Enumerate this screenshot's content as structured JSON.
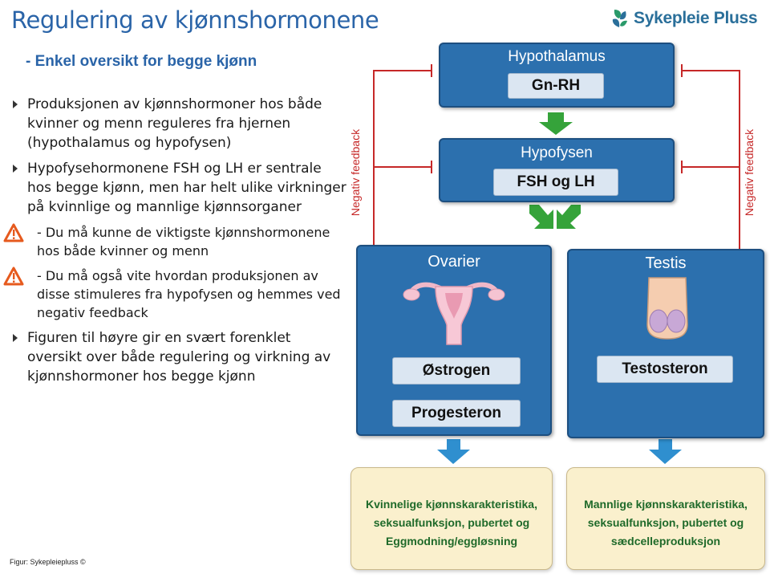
{
  "title": "Regulering av kjønnshormonene",
  "subtitle": "- Enkel oversikt for begge kjønn",
  "logo": {
    "text": "Sykepleie Pluss"
  },
  "bullets": [
    "Produksjonen av kjønnshormoner hos både kvinner og menn reguleres fra hjernen (hypothalamus og hypofysen)",
    "Hypofysehormonene FSH og LH er sentrale hos begge kjønn, men har helt ulike virkninger på kvinnlige og mannlige kjønnsorganer"
  ],
  "warnings": [
    "- Du må kunne de viktigste kjønnshormonene hos både kvinner og menn",
    "- Du må også vite hvordan produksjonen av disse stimuleres fra hypofysen og hemmes ved negativ feedback"
  ],
  "bullet_last": "Figuren til høyre gir en svært forenklet oversikt over både regulering og virkning av kjønnshormoner hos begge kjønn",
  "diagram": {
    "hypothalamus": {
      "label": "Hypothalamus",
      "hormone": "Gn-RH"
    },
    "hypofysen": {
      "label": "Hypofysen",
      "hormone": "FSH og LH"
    },
    "ovarier": {
      "label": "Ovarier",
      "hormones": [
        "Østrogen",
        "Progesteron"
      ]
    },
    "testis": {
      "label": "Testis",
      "hormone": "Testosteron"
    },
    "feedback_left": "Negativ feedback",
    "feedback_right": "Negativ feedback",
    "female_effects": [
      "Kvinnelige kjønnskarakteristika,",
      "seksualfunksjon, pubertet og",
      "Eggmodning/eggløsning"
    ],
    "male_effects": [
      "Mannlige kjønnskarakteristika,",
      "seksualfunksjon, pubertet og",
      "sædcelleproduksjon"
    ]
  },
  "credit": "Figur: Sykepleiepluss ©",
  "colors": {
    "title": "#2a64a8",
    "box_blue": "#2c70ae",
    "feedback": "#c62828",
    "arrow_green": "#35a33a",
    "arrow_blue": "#2f8fcf",
    "effect_text": "#1f6a2a",
    "effect_bg": "#faf0cd"
  },
  "icons": [
    "logo-leaf-icon",
    "warning-triangle-icon",
    "uterus-icon",
    "testis-icon"
  ]
}
